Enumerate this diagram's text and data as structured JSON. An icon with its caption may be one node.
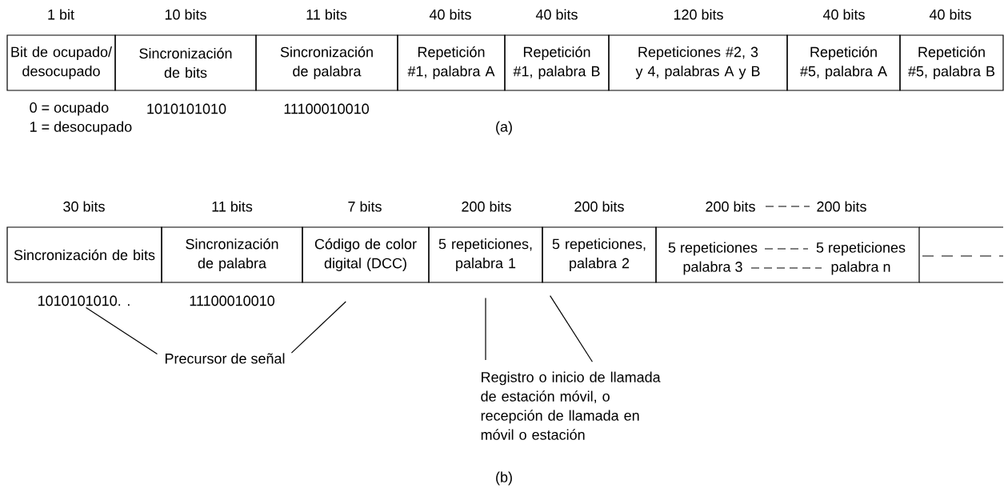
{
  "diagram": {
    "nodes": [
      {
        "text": [
          "Bit de ocupado/ desocupado"
        ],
        "beside": [
          "1 bit",
          "0 = ocupado",
          "1 = desocupado"
        ]
      },
      {
        "text": [
          "Sincronización de bits"
        ],
        "beside": [
          "10 bits",
          "1010101010"
        ]
      },
      {
        "text": [
          "Sincronización de palabra"
        ],
        "beside": [
          "11 bits",
          "11100010010"
        ]
      },
      {
        "text": [
          "Repetición #1, palabra A"
        ],
        "beside": [
          "40 bits"
        ]
      },
      {
        "text": [
          "Repetición #1, palabra B"
        ],
        "beside": [
          "40 bits"
        ]
      },
      {
        "text": [
          "Repeticiones #2, 3 y 4, palabras A y B"
        ],
        "beside": [
          "120 bits"
        ]
      },
      {
        "text": [
          "Repetición #5, palabra A"
        ],
        "beside": [
          "40 bits"
        ]
      },
      {
        "text": [
          "Repetición #5, palabra B"
        ],
        "beside": [
          "40 bits"
        ]
      },
      {
        "text": [
          "Sincronización de bits"
        ],
        "beside": [
          "30 bits"
        ]
      },
      {
        "text": [
          "Sincronización de palabra"
        ],
        "beside": [
          "11 bits",
          "11100010010"
        ]
      },
      {
        "text": [
          "Código de color digital (DCC)"
        ],
        "beside": [
          "7 bits"
        ]
      },
      {
        "text": [
          "5 repeticiones, palabra 1"
        ],
        "beside": [
          "200 bits"
        ]
      },
      {
        "text": [
          "5 repeticiones, palabra 2"
        ],
        "beside": [
          "200 bits"
        ]
      },
      {
        "text": [
          "5 repeticiones",
          "5 repeticiones",
          "palabra 3",
          "palabra n"
        ],
        "beside": [
          "200 bits",
          "200 bits"
        ]
      },
      {
        "text": [
          "1010101010. ."
        ]
      },
      {
        "text": [
          "Precursor de señal"
        ]
      },
      {
        "text": [
          "Registro o inicio de llamada de estación móvil, o recepción de llamada en móvil o estación"
        ]
      }
    ],
    "edges": [
      {
        "from": 15,
        "to": 14,
        "arrow": "none"
      },
      {
        "from": 15,
        "to": 10,
        "arrow": "none"
      },
      {
        "from": 16,
        "to": 11,
        "arrow": "none"
      },
      {
        "from": 16,
        "to": 12,
        "arrow": "none"
      }
    ],
    "labels": [
      "(a)",
      "(b)"
    ]
  }
}
